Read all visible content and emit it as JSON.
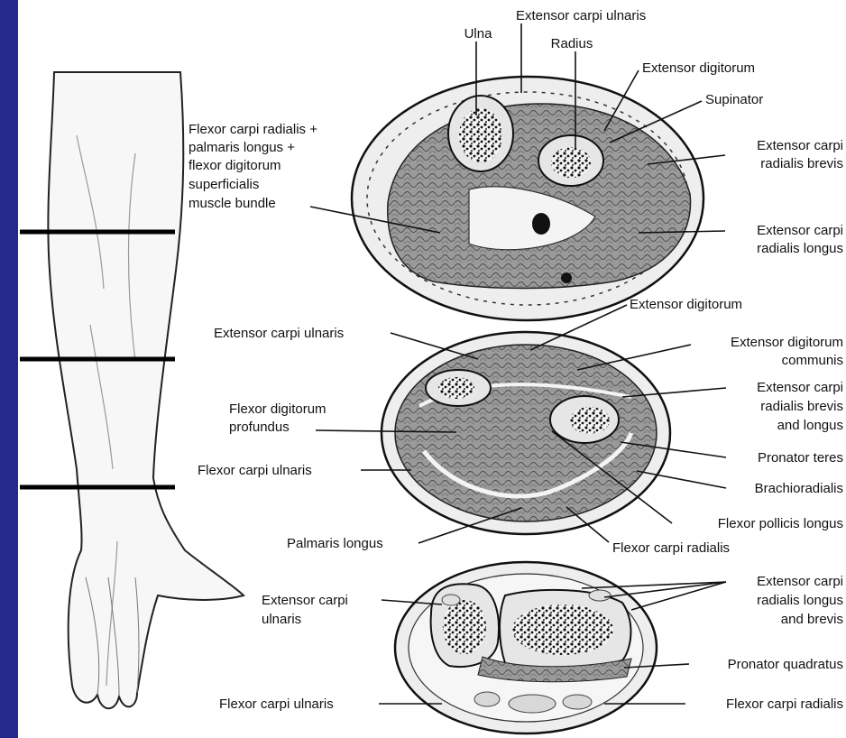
{
  "colors": {
    "background": "#232a8c",
    "panel": "#ffffff",
    "ink": "#111111",
    "muscle": "#8c8c8c",
    "bone": "#e6e6e6"
  },
  "section1": {
    "extensor_carpi_ulnaris": "Extensor carpi ulnaris",
    "ulna": "Ulna",
    "radius": "Radius",
    "extensor_digitorum": "Extensor digitorum",
    "supinator": "Supinator",
    "flexor_bundle": [
      "Flexor carpi radialis +",
      "palmaris longus +",
      "flexor digitorum",
      "superficialis",
      "muscle bundle"
    ],
    "ecr_brevis": [
      "Extensor carpi",
      "radialis brevis"
    ],
    "ecr_longus": [
      "Extensor carpi",
      "radialis longus"
    ]
  },
  "section2": {
    "extensor_digitorum": "Extensor digitorum",
    "extensor_carpi_ulnaris": "Extensor carpi ulnaris",
    "extensor_digitorum_communis": [
      "Extensor digitorum",
      "communis"
    ],
    "fdp": [
      "Flexor digitorum",
      "profundus"
    ],
    "ecr_brevis_longus": [
      "Extensor carpi",
      "radialis brevis",
      "and longus"
    ],
    "pronator_teres": "Pronator teres",
    "flexor_carpi_ulnaris": "Flexor carpi ulnaris",
    "brachioradialis": "Brachioradialis",
    "flexor_pollicis_longus": "Flexor pollicis longus",
    "palmaris_longus": "Palmaris longus",
    "flexor_carpi_radialis": "Flexor carpi radialis"
  },
  "section3": {
    "extensor_carpi_ulnaris": [
      "Extensor carpi",
      "ulnaris"
    ],
    "ecr_longus_brevis": [
      "Extensor carpi",
      "radialis longus",
      "and brevis"
    ],
    "pronator_quadratus": "Pronator quadratus",
    "flexor_carpi_ulnaris": "Flexor carpi ulnaris",
    "flexor_carpi_radialis": "Flexor carpi radialis"
  }
}
